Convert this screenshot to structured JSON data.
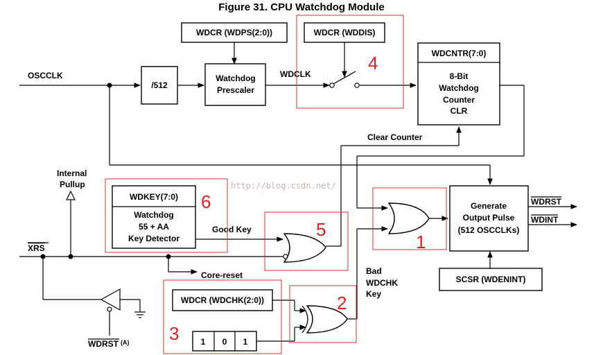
{
  "title": "Figure 31. CPU Watchdog Module",
  "inputs": {
    "osc_clock": "OSCCLK",
    "xrs": "XRS",
    "internal_pullup_line1": "Internal",
    "internal_pullup_line2": "Pullup"
  },
  "blocks": {
    "divider": "/512",
    "wdps_reg": "WDCR (WDPS(2:0))",
    "prescaler_line1": "Watchdog",
    "prescaler_line2": "Prescaler",
    "wddis_reg": "WDCR (WDDIS)",
    "counter_header": "WDCNTR(7:0)",
    "counter_line1": "8-Bit",
    "counter_line2": "Watchdog",
    "counter_line3": "Counter",
    "counter_line4": "CLR",
    "key_header": "WDKEY(7:0)",
    "key_line1": "Watchdog",
    "key_line2": "55 + AA",
    "key_line3": "Key Detector",
    "pulse_line1": "Generate",
    "pulse_line2": "Output Pulse",
    "pulse_line3": "(512 OSCCLKs)",
    "scsr_reg": "SCSR (WDENINT)",
    "wdchk_reg": "WDCR (WDCHK(2:0))",
    "const_bits": [
      "1",
      "0",
      "1"
    ]
  },
  "signals": {
    "wdclk": "WDCLK",
    "clear_counter": "Clear Counter",
    "good_key": "Good Key",
    "core_reset": "Core-reset",
    "bad_wdchk_line1": "Bad",
    "bad_wdchk_line2": "WDCHK",
    "bad_wdchk_line3": "Key",
    "wdrst_out": "WDRST",
    "wdint_out": "WDINT",
    "wdrst_a": "WDRST",
    "wdrst_a_sup": "(A)"
  },
  "annotations": [
    "1",
    "2",
    "3",
    "4",
    "5",
    "6"
  ],
  "watermark": "http://blog.csdn.net/"
}
